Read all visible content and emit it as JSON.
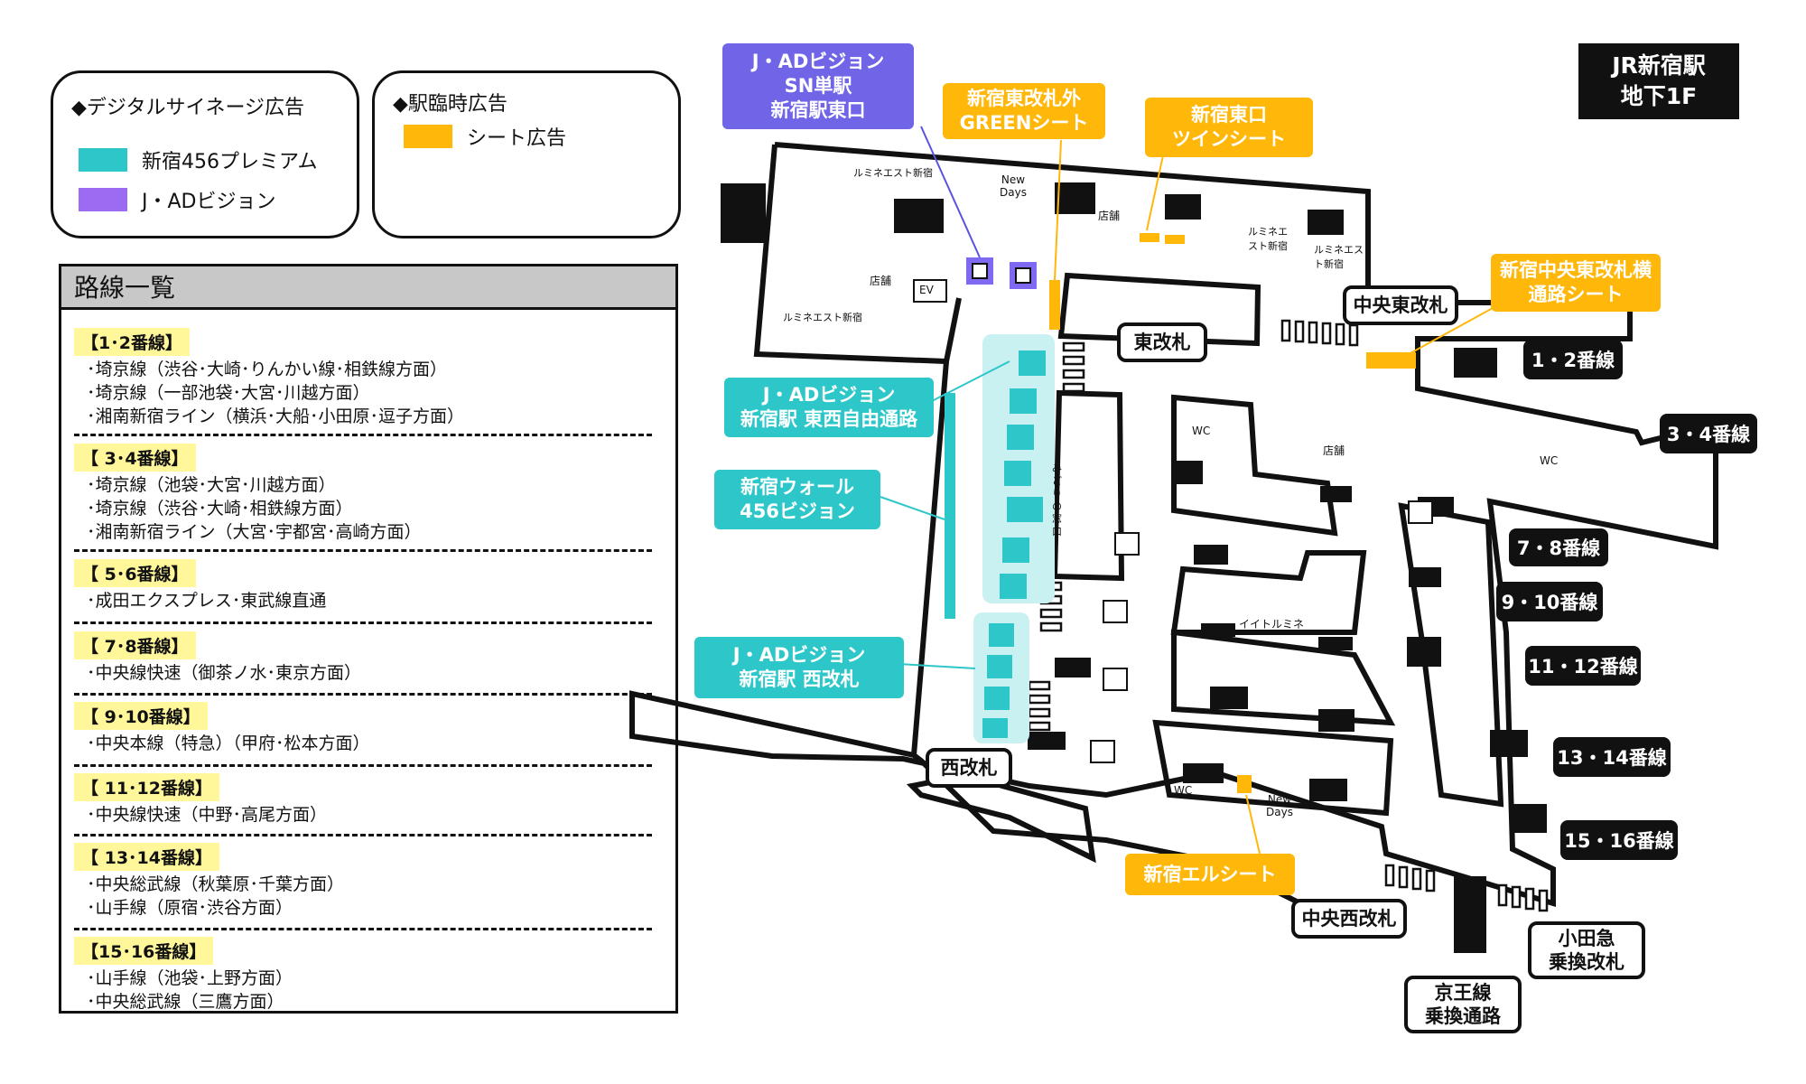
{
  "legend_digital": {
    "title": "◆デジタルサイネージ広告",
    "items": [
      {
        "label": "新宿456プレミアム",
        "color": "#2ec7c9"
      },
      {
        "label": "J・ADビジョン",
        "color": "#9b6cf2"
      }
    ]
  },
  "legend_temp": {
    "title": "◆駅臨時広告",
    "items": [
      {
        "label": "シート広告",
        "color": "#ffb80a"
      }
    ]
  },
  "routes": {
    "title": "路線一覧",
    "groups": [
      {
        "tag": "【1･2番線】",
        "lines": [
          "･埼京線（渋谷･大崎･りんかい線･相鉄線方面）",
          "･埼京線（一部池袋･大宮･川越方面）",
          "･湘南新宿ライン（横浜･大船･小田原･逗子方面）"
        ]
      },
      {
        "tag": "【 3･4番線】",
        "lines": [
          "･埼京線（池袋･大宮･川越方面）",
          "･埼京線（渋谷･大崎･相鉄線方面）",
          "･湘南新宿ライン（大宮･宇都宮･高崎方面）"
        ]
      },
      {
        "tag": "【 5･6番線】",
        "lines": [
          "･成田エクスプレス･東武線直通"
        ]
      },
      {
        "tag": "【 7･8番線】",
        "lines": [
          "･中央線快速（御茶ノ水･東京方面）"
        ]
      },
      {
        "tag": "【 9･10番線】",
        "lines": [
          "･中央本線（特急）（甲府･松本方面）"
        ]
      },
      {
        "tag": "【 11･12番線】",
        "lines": [
          "･中央線快速（中野･高尾方面）"
        ]
      },
      {
        "tag": "【 13･14番線】",
        "lines": [
          "･中央総武線（秋葉原･千葉方面）",
          "･山手線（原宿･渋谷方面）"
        ]
      },
      {
        "tag": "【15･16番線】",
        "lines": [
          "･山手線（池袋･上野方面）",
          "･中央総武線（三鷹方面）"
        ]
      }
    ]
  },
  "map": {
    "title_line1": "JR新宿駅",
    "title_line2": "地下1F",
    "callouts": {
      "jad_sn": [
        "J・ADビジョン",
        "SN単駅",
        "新宿駅東口"
      ],
      "green_sheet": [
        "新宿東改札外",
        "GREENシート"
      ],
      "twin_sheet": [
        "新宿東口",
        "ツインシート"
      ],
      "central_east_sheet": [
        "新宿中央東改札横",
        "通路シート"
      ],
      "jad_free": [
        "J・ADビジョン",
        "新宿駅 東西自由通路"
      ],
      "wall_456": [
        "新宿ウォール",
        "456ビジョン"
      ],
      "jad_west": [
        "J・ADビジョン",
        "新宿駅 西改札"
      ],
      "el_sheet": "新宿エルシート"
    },
    "gates": {
      "east": "東改札",
      "central_east": "中央東改札",
      "west": "西改札",
      "central_west": "中央西改札",
      "odakyu": [
        "小田急",
        "乗換改札"
      ],
      "keio": [
        "京王線",
        "乗換通路"
      ]
    },
    "platforms": [
      "1・2番線",
      "3・4番線",
      "7・8番線",
      "9・10番線",
      "11・12番線",
      "13・14番線",
      "15・16番線"
    ],
    "labels": {
      "lumine1": "ルミネエスト新宿",
      "lumine2": "ルミネエスト新宿",
      "lumine3": "ルミネエスト新宿",
      "lumine4": "ルミネエスト新宿",
      "newdays1": "New Days",
      "newdays2": "New Days",
      "shop1": "店舗",
      "shop2": "店舗",
      "shop3": "店舗",
      "ev": "EV",
      "wc": "WC",
      "midori": "みどりの窓口",
      "itoluumine": "イイトルミネ"
    }
  }
}
